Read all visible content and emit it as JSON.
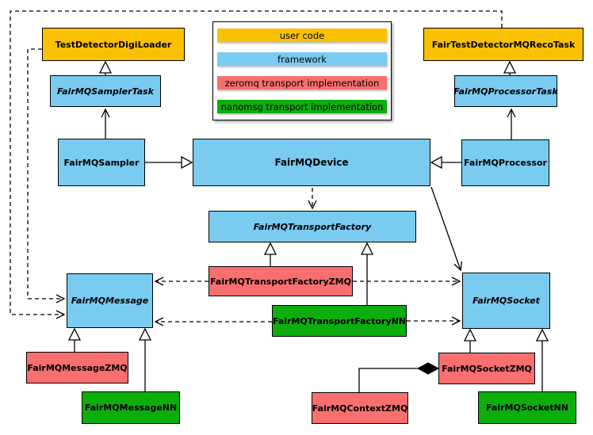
{
  "diagram": {
    "description": "FairMQ class diagram",
    "colors": {
      "user_code": "#f9c101",
      "framework": "#79cbf0",
      "zeromq": "#f96f6f",
      "nanomsg": "#0cad0c"
    }
  },
  "legend": {
    "items": [
      {
        "label": "user code",
        "color": "#f9c101"
      },
      {
        "label": "framework",
        "color": "#79cbf0"
      },
      {
        "label": "zeromq transport implementation",
        "color": "#f96f6f"
      },
      {
        "label": "nanomsg transport implementation",
        "color": "#0cad0c"
      }
    ]
  },
  "nodes": {
    "testDetectorDigiLoader": {
      "label": "TestDetectorDigiLoader",
      "category": "user code",
      "abstract": false
    },
    "fairTestDetectorMQRecoTask": {
      "label": "FairTestDetectorMQRecoTask",
      "category": "user code",
      "abstract": false
    },
    "fairMQSamplerTask": {
      "label": "FairMQSamplerTask",
      "category": "framework",
      "abstract": true
    },
    "fairMQProcessorTask": {
      "label": "FairMQProcessorTask",
      "category": "framework",
      "abstract": true
    },
    "fairMQSampler": {
      "label": "FairMQSampler",
      "category": "framework",
      "abstract": false
    },
    "fairMQDevice": {
      "label": "FairMQDevice",
      "category": "framework",
      "abstract": false
    },
    "fairMQProcessor": {
      "label": "FairMQProcessor",
      "category": "framework",
      "abstract": false
    },
    "fairMQTransportFactory": {
      "label": "FairMQTransportFactory",
      "category": "framework",
      "abstract": true
    },
    "fairMQTransportFactoryZMQ": {
      "label": "FairMQTransportFactoryZMQ",
      "category": "zeromq",
      "abstract": false
    },
    "fairMQTransportFactoryNN": {
      "label": "FairMQTransportFactoryNN",
      "category": "nanomsg",
      "abstract": false
    },
    "fairMQMessage": {
      "label": "FairMQMessage",
      "category": "framework",
      "abstract": true
    },
    "fairMQSocket": {
      "label": "FairMQSocket",
      "category": "framework",
      "abstract": true
    },
    "fairMQMessageZMQ": {
      "label": "FairMQMessageZMQ",
      "category": "zeromq",
      "abstract": false
    },
    "fairMQMessageNN": {
      "label": "FairMQMessageNN",
      "category": "nanomsg",
      "abstract": false
    },
    "fairMQSocketZMQ": {
      "label": "FairMQSocketZMQ",
      "category": "zeromq",
      "abstract": false
    },
    "fairMQContextZMQ": {
      "label": "FairMQContextZMQ",
      "category": "zeromq",
      "abstract": false
    },
    "fairMQSocketNN": {
      "label": "FairMQSocketNN",
      "category": "nanomsg",
      "abstract": false
    }
  },
  "edges": [
    {
      "from": "FairMQSamplerTask",
      "to": "TestDetectorDigiLoader",
      "line": "solid",
      "head": "hollow-triangle"
    },
    {
      "from": "FairMQProcessorTask",
      "to": "FairTestDetectorMQRecoTask",
      "line": "solid",
      "head": "hollow-triangle"
    },
    {
      "from": "FairMQSampler",
      "to": "FairMQSamplerTask",
      "line": "solid",
      "head": "open-arrow"
    },
    {
      "from": "FairMQProcessor",
      "to": "FairMQProcessorTask",
      "line": "solid",
      "head": "open-arrow"
    },
    {
      "from": "FairMQSampler",
      "to": "FairMQDevice",
      "line": "solid",
      "head": "hollow-triangle"
    },
    {
      "from": "FairMQProcessor",
      "to": "FairMQDevice",
      "line": "solid",
      "head": "hollow-triangle"
    },
    {
      "from": "FairMQDevice",
      "to": "FairMQTransportFactory",
      "line": "dashed",
      "head": "open-arrow"
    },
    {
      "from": "FairMQDevice",
      "to": "FairMQSocket",
      "line": "solid",
      "head": "open-arrow"
    },
    {
      "from": "TestDetectorDigiLoader",
      "to": "FairMQMessage",
      "line": "dashed",
      "head": "open-arrow"
    },
    {
      "from": "FairTestDetectorMQRecoTask",
      "to": "FairMQMessage",
      "line": "dashed",
      "head": "open-arrow"
    },
    {
      "from": "FairMQTransportFactoryZMQ",
      "to": "FairMQTransportFactory",
      "line": "solid",
      "head": "hollow-triangle"
    },
    {
      "from": "FairMQTransportFactoryNN",
      "to": "FairMQTransportFactory",
      "line": "solid",
      "head": "hollow-triangle"
    },
    {
      "from": "FairMQTransportFactoryZMQ",
      "to": "FairMQMessage",
      "line": "dashed",
      "head": "open-arrow"
    },
    {
      "from": "FairMQTransportFactoryZMQ",
      "to": "FairMQSocket",
      "line": "dashed",
      "head": "open-arrow"
    },
    {
      "from": "FairMQTransportFactoryNN",
      "to": "FairMQMessage",
      "line": "dashed",
      "head": "open-arrow"
    },
    {
      "from": "FairMQTransportFactoryNN",
      "to": "FairMQSocket",
      "line": "dashed",
      "head": "open-arrow"
    },
    {
      "from": "FairMQMessageZMQ",
      "to": "FairMQMessage",
      "line": "solid",
      "head": "hollow-triangle"
    },
    {
      "from": "FairMQMessageNN",
      "to": "FairMQMessage",
      "line": "solid",
      "head": "hollow-triangle"
    },
    {
      "from": "FairMQSocketZMQ",
      "to": "FairMQSocket",
      "line": "solid",
      "head": "hollow-triangle"
    },
    {
      "from": "FairMQSocketNN",
      "to": "FairMQSocket",
      "line": "solid",
      "head": "hollow-triangle"
    },
    {
      "from": "FairMQContextZMQ",
      "to": "FairMQSocketZMQ",
      "line": "solid",
      "head": "filled-diamond"
    }
  ]
}
